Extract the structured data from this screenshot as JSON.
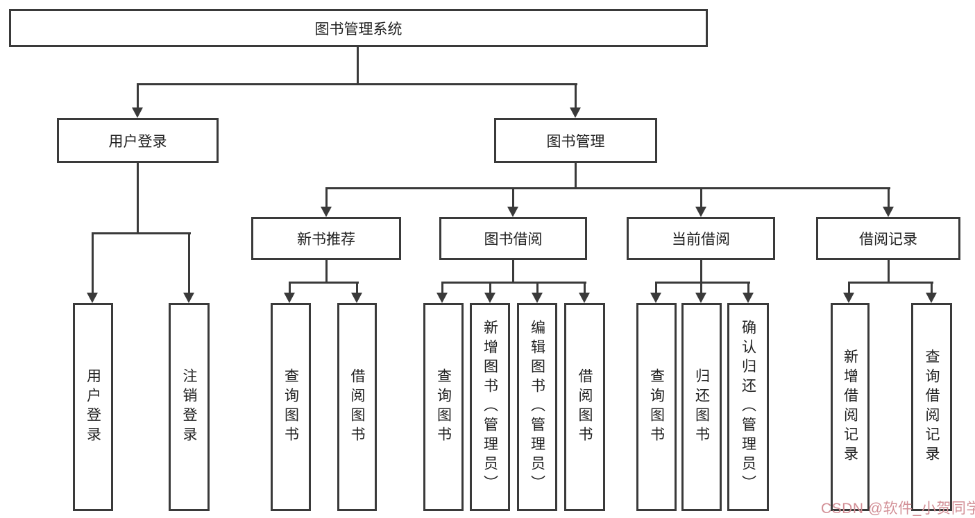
{
  "diagram": {
    "root": "图书管理系统",
    "level2": {
      "user_login": "用户登录",
      "book_mgmt": "图书管理"
    },
    "level3": {
      "new_book_rec": "新书推荐",
      "book_borrow": "图书借阅",
      "current_borrow": "当前借阅",
      "borrow_record": "借阅记录"
    },
    "leaves": {
      "user_login": [
        "用户登录",
        "注销登录"
      ],
      "new_book_rec": [
        "查询图书",
        "借阅图书"
      ],
      "book_borrow": [
        "查询图书",
        "新增图书（管理员）",
        "编辑图书（管理员）",
        "借阅图书"
      ],
      "current_borrow": [
        "查询图书",
        "归还图书",
        "确认归还（管理员）"
      ],
      "borrow_record": [
        "新增借阅记录",
        "查询借阅记录"
      ]
    },
    "watermark": "CSDN @软件_小贺同学",
    "colors": {
      "line": "#3a3a3a",
      "text": "#212121",
      "watermark": "#d28f96",
      "background": "#ffffff"
    }
  }
}
